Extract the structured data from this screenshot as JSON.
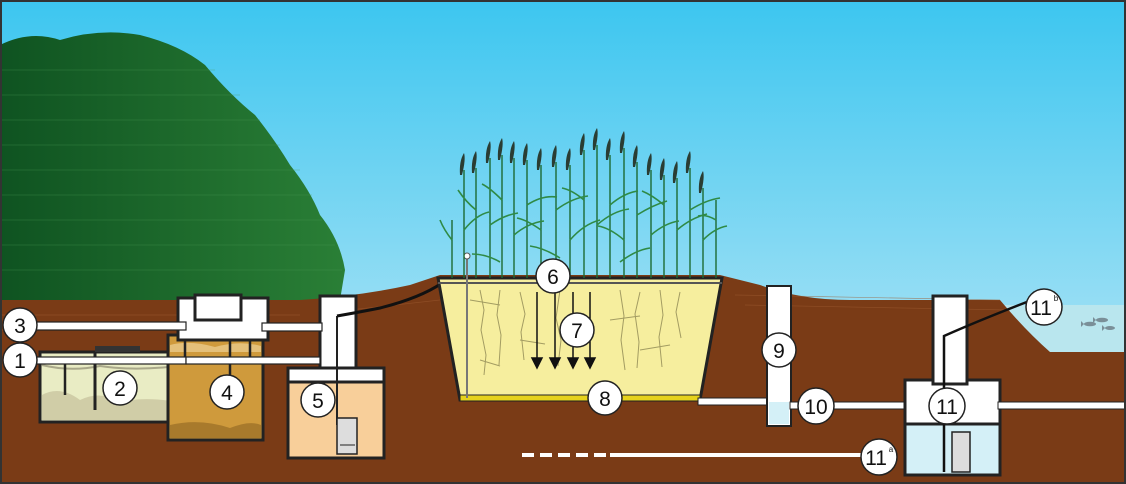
{
  "labels": {
    "l1": "1",
    "l2": "2",
    "l3": "3",
    "l4": "4",
    "l5": "5",
    "l6": "6",
    "l7": "7",
    "l8": "8",
    "l9": "9",
    "l10": "10",
    "l11": "11",
    "l11a": "11",
    "l11a_sup": "a",
    "l11b": "11",
    "l11b_sup": "b"
  },
  "colors": {
    "sky_top": "#3cc6f0",
    "sky_bottom": "#c9ebf6",
    "soil": "#7a3b16",
    "tree": "#1d6b2c",
    "filter_fill": "#f6ee9e",
    "septic_fill": "#e9ecc4",
    "sludge_fill": "#cf9a3c",
    "pump_fill": "#f8cf9a",
    "tank_fill": "#d4f0f7",
    "pond": "#b9e6ee",
    "drain": "#e6d21c"
  }
}
